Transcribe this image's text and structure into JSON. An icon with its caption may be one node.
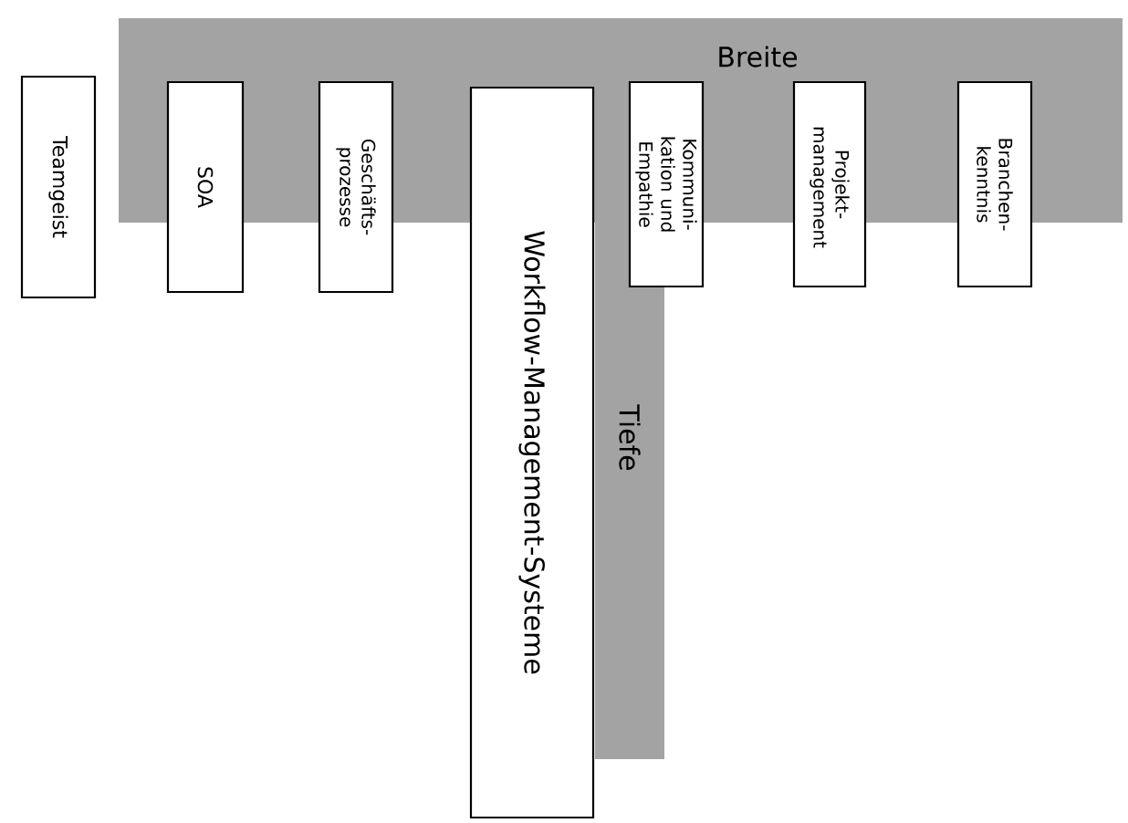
{
  "diagram": {
    "nodes": [
      {
        "text": [
          "Breite"
        ]
      },
      {
        "text": [
          "Tiefe"
        ]
      },
      {
        "text": [
          "Teamgeist"
        ]
      },
      {
        "text": [
          "SOA"
        ]
      },
      {
        "text": [
          "Geschäfts- prozesse"
        ]
      },
      {
        "text": [
          "Workflow-Management-Systeme"
        ]
      },
      {
        "text": [
          "Kommuni- kation und Empathie"
        ]
      },
      {
        "text": [
          "Projekt- management"
        ]
      },
      {
        "text": [
          "Branchen- kenntnis"
        ]
      }
    ]
  }
}
